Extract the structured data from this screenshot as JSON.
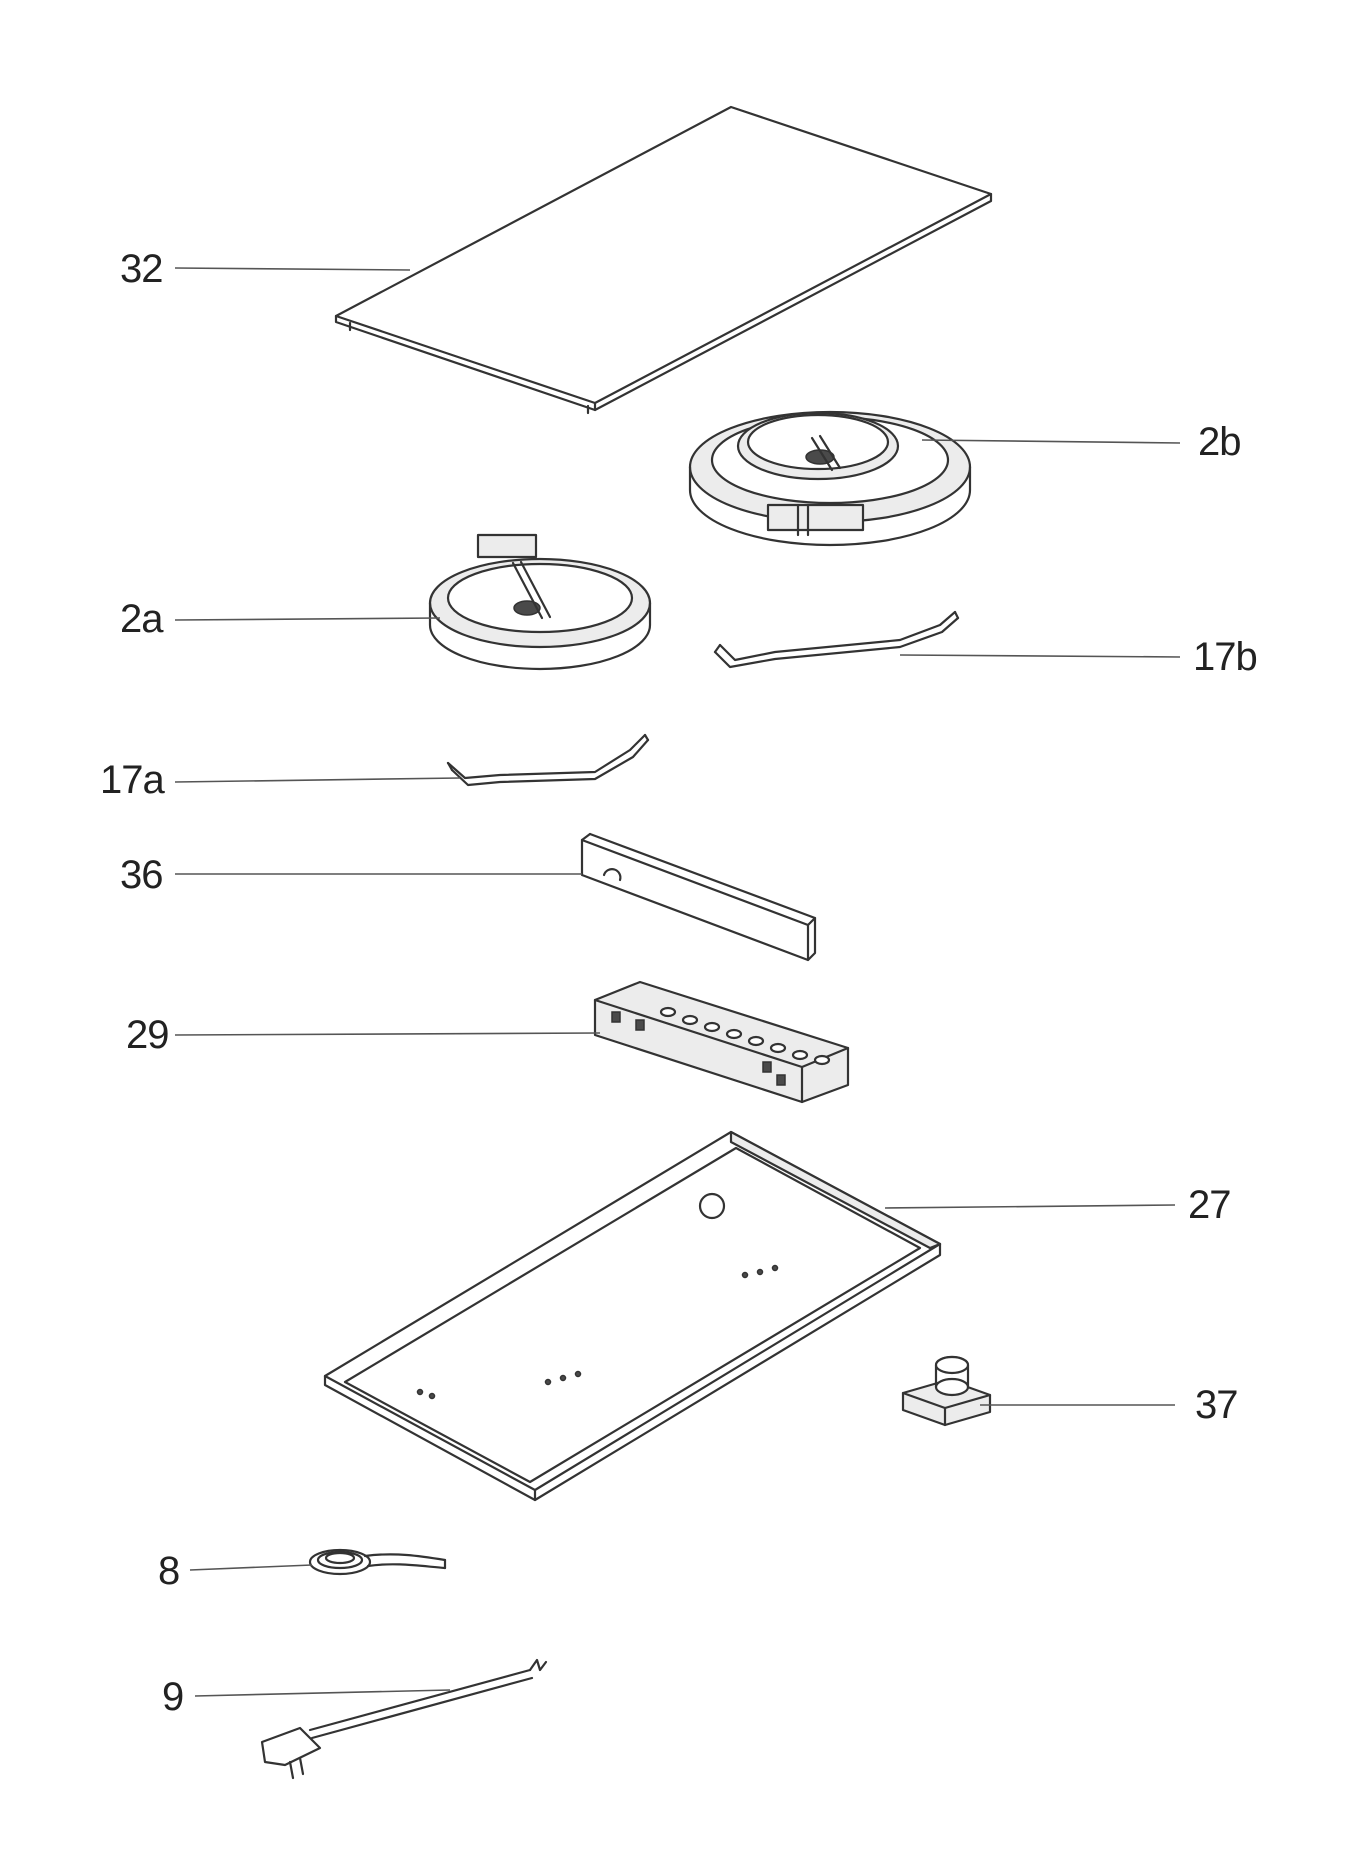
{
  "parts": [
    {
      "id": "32",
      "name": "glass-top-panel"
    },
    {
      "id": "2b",
      "name": "large-heating-element"
    },
    {
      "id": "2a",
      "name": "small-heating-element"
    },
    {
      "id": "17b",
      "name": "element-bracket-b"
    },
    {
      "id": "17a",
      "name": "element-bracket-a"
    },
    {
      "id": "36",
      "name": "shield-plate"
    },
    {
      "id": "29",
      "name": "control-unit"
    },
    {
      "id": "27",
      "name": "bottom-tray"
    },
    {
      "id": "37",
      "name": "terminal-block"
    },
    {
      "id": "8",
      "name": "seal-tape"
    },
    {
      "id": "9",
      "name": "power-cable"
    }
  ]
}
